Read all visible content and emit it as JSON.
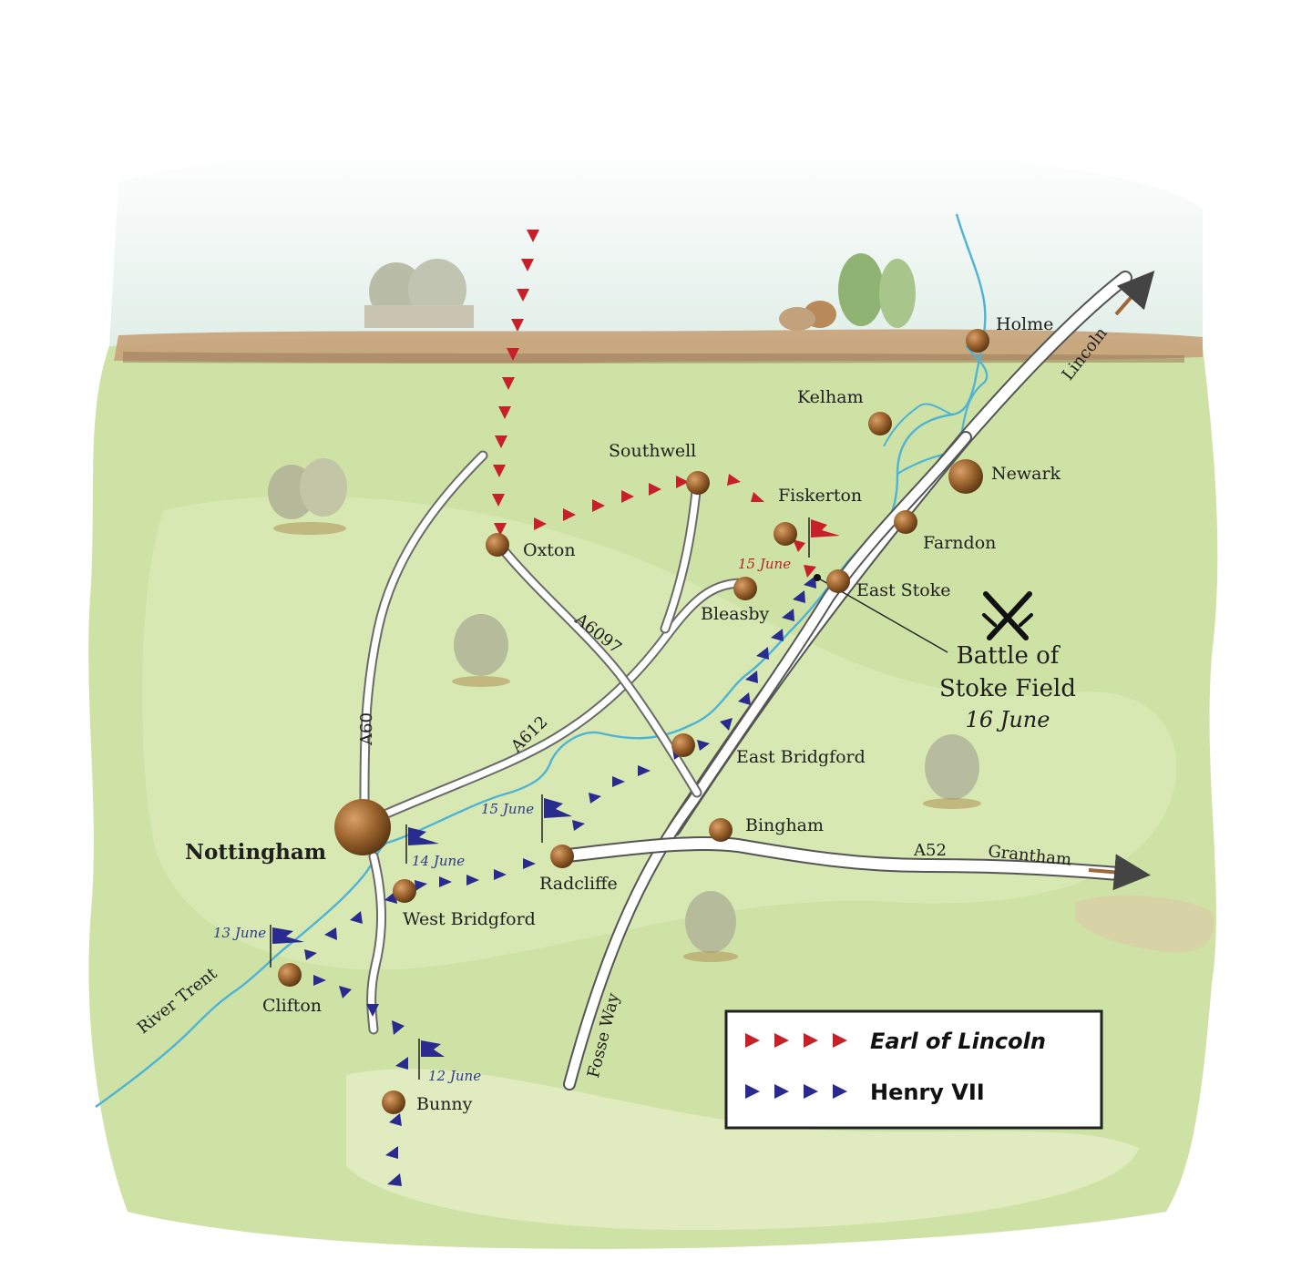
{
  "colors": {
    "lincoln_arrows": "#c8202a",
    "henry_arrows": "#2a2b8f",
    "river": "#4fb3d6",
    "town": "#8a5a2a",
    "grass": "#cfe2a8",
    "sky": "#dfeee6"
  },
  "towns": {
    "nottingham": "Nottingham",
    "holme": "Holme",
    "kelham": "Kelham",
    "southwell": "Southwell",
    "newark": "Newark",
    "fiskerton": "Fiskerton",
    "farndon": "Farndon",
    "oxton": "Oxton",
    "bleasby": "Bleasby",
    "east_stoke": "East Stoke",
    "east_bridgford": "East Bridgford",
    "bingham": "Bingham",
    "radcliffe": "Radcliffe",
    "west_bridgford": "West Bridgford",
    "clifton": "Clifton",
    "bunny": "Bunny"
  },
  "roads": {
    "a60": "A60",
    "a612": "A612",
    "a6097": "A6097",
    "a52": "A52",
    "fosse_way": "Fosse Way",
    "lincoln": "Lincoln",
    "grantham": "Grantham"
  },
  "river": {
    "name": "River Trent"
  },
  "dates": {
    "june12": "12 June",
    "june13": "13 June",
    "june14": "14 June",
    "june15_henry": "15 June",
    "june15_lincoln": "15 June"
  },
  "battle": {
    "line1": "Battle of",
    "line2": "Stoke Field",
    "date": "16 June",
    "icon": "crossed-swords-icon"
  },
  "legend": {
    "lincoln": "Earl of Lincoln",
    "henry": "Henry VII"
  }
}
